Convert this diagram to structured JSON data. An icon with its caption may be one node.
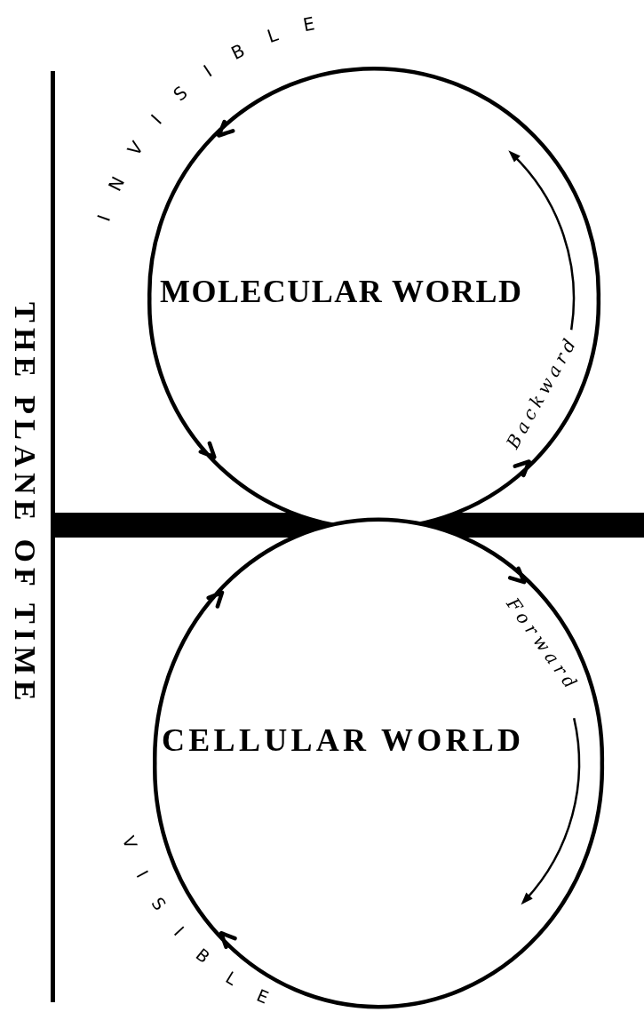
{
  "diagram": {
    "nodes": [
      {
        "text": [
          "MOLECULAR WORLD"
        ]
      },
      {
        "text": [],
        "shape": "bar"
      },
      {
        "text": [
          "CELLULAR WORLD"
        ]
      }
    ],
    "labels": [
      "INVISIBLE",
      "THE PLANE OF TIME",
      "Backward",
      "Forward",
      "VISIBLE"
    ]
  }
}
